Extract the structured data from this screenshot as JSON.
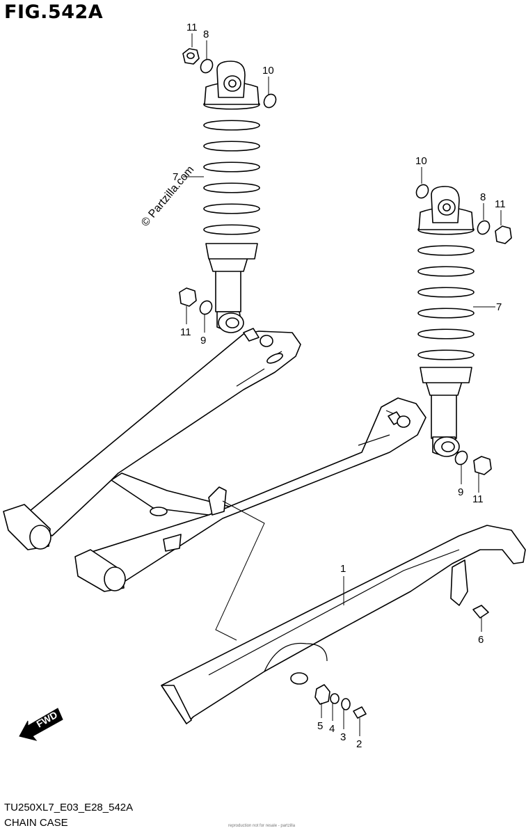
{
  "figure": {
    "title": "FIG.542A",
    "model_code": "TU250XL7_E03_E28_542A",
    "name": "CHAIN CASE",
    "watermark": "© Partzilla.com",
    "fine_print": "reproduction not for resale - partzilla"
  },
  "direction_arrow": {
    "label": "FWD"
  },
  "callouts": [
    {
      "id": "c11a",
      "label": "11"
    },
    {
      "id": "c8a",
      "label": "8"
    },
    {
      "id": "c10a",
      "label": "10"
    },
    {
      "id": "c7a",
      "label": "7"
    },
    {
      "id": "c11b",
      "label": "11"
    },
    {
      "id": "c9a",
      "label": "9"
    },
    {
      "id": "c10b",
      "label": "10"
    },
    {
      "id": "c8b",
      "label": "8"
    },
    {
      "id": "c11c",
      "label": "11"
    },
    {
      "id": "c7b",
      "label": "7"
    },
    {
      "id": "c9b",
      "label": "9"
    },
    {
      "id": "c11d",
      "label": "11"
    },
    {
      "id": "c1",
      "label": "1"
    },
    {
      "id": "c6",
      "label": "6"
    },
    {
      "id": "c5",
      "label": "5"
    },
    {
      "id": "c4",
      "label": "4"
    },
    {
      "id": "c3",
      "label": "3"
    },
    {
      "id": "c2",
      "label": "2"
    }
  ]
}
